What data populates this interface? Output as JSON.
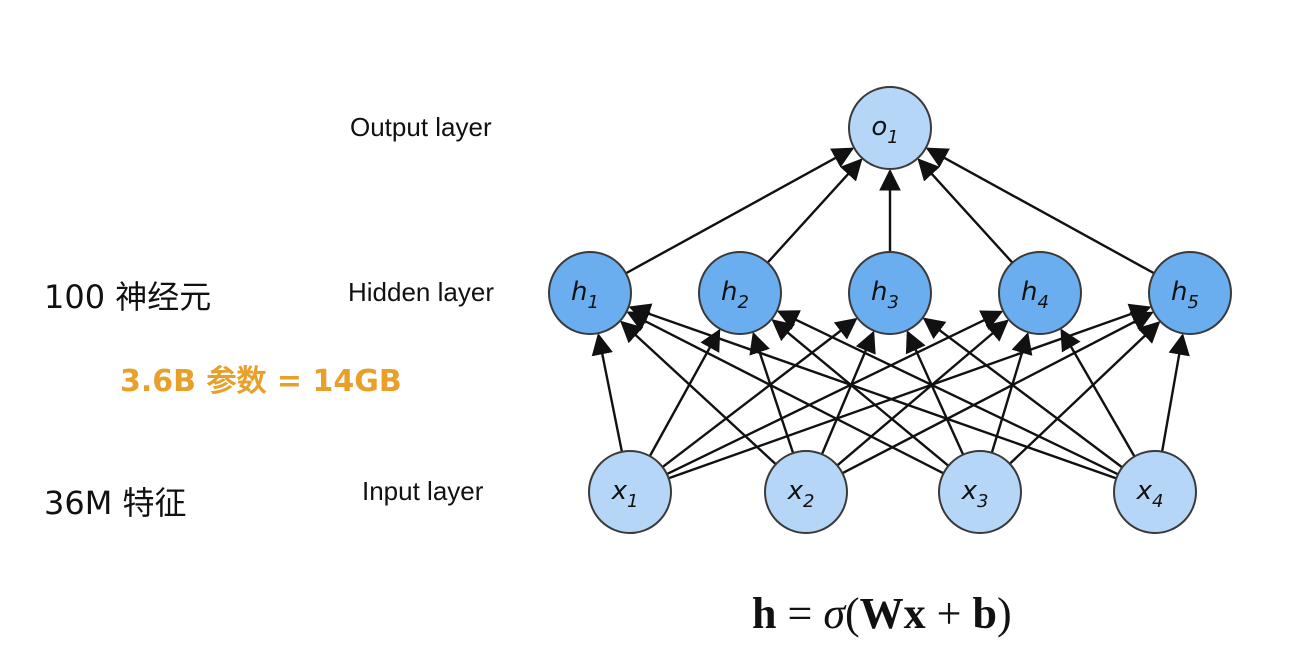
{
  "side_labels": {
    "neurons": "100 神经元",
    "params": "3.6B 参数 = 14GB",
    "features": "36M 特征"
  },
  "layers": {
    "output": {
      "label": "Output layer",
      "nodes": [
        {
          "id": "o1",
          "base": "o",
          "sub": "1"
        }
      ]
    },
    "hidden": {
      "label": "Hidden layer",
      "nodes": [
        {
          "id": "h1",
          "base": "h",
          "sub": "1"
        },
        {
          "id": "h2",
          "base": "h",
          "sub": "2"
        },
        {
          "id": "h3",
          "base": "h",
          "sub": "3"
        },
        {
          "id": "h4",
          "base": "h",
          "sub": "4"
        },
        {
          "id": "h5",
          "base": "h",
          "sub": "5"
        }
      ]
    },
    "input": {
      "label": "Input layer",
      "nodes": [
        {
          "id": "x1",
          "base": "x",
          "sub": "1"
        },
        {
          "id": "x2",
          "base": "x",
          "sub": "2"
        },
        {
          "id": "x3",
          "base": "x",
          "sub": "3"
        },
        {
          "id": "x4",
          "base": "x",
          "sub": "4"
        }
      ]
    }
  },
  "formula": {
    "h": "h",
    "eq": " = ",
    "sigma": "σ",
    "open": "(",
    "W": "W",
    "x": "x",
    "plus": " + ",
    "b": "b",
    "close": ")"
  },
  "colors": {
    "hidden_fill": "#6aaef0",
    "input_output_fill": "#b5d6f7",
    "node_stroke": "#3a3a3a",
    "edge": "#111111",
    "params_text": "#e8a02a"
  }
}
